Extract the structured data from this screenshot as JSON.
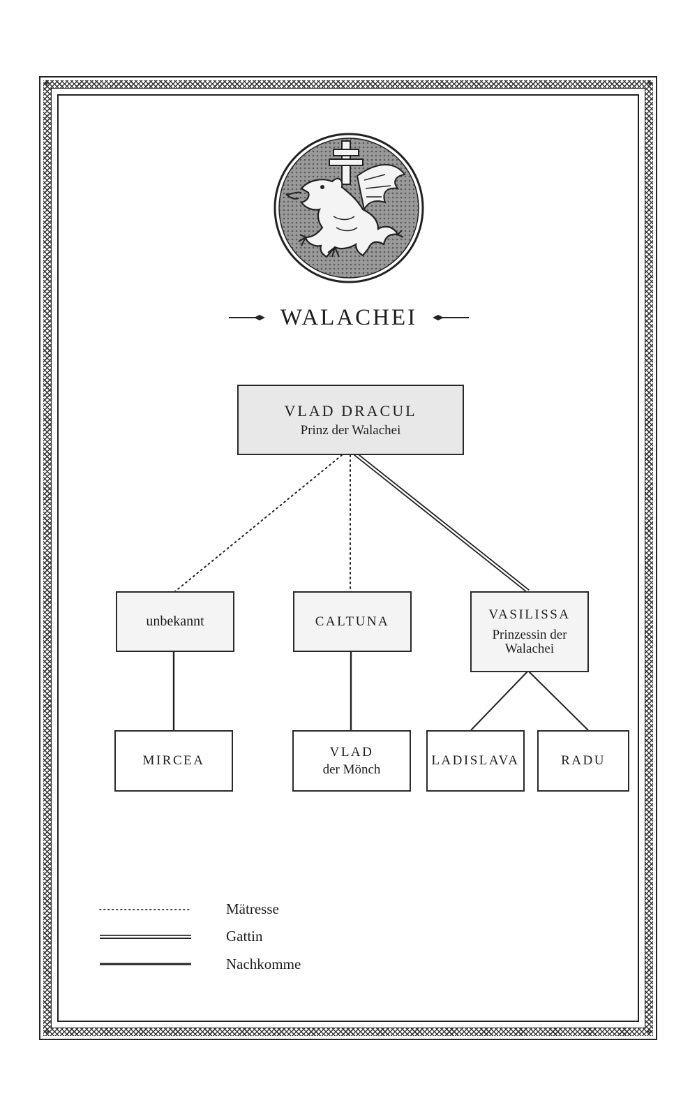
{
  "title": "WALACHEI",
  "nodes": {
    "vlad_dracul": {
      "name": "VLAD DRACUL",
      "subtitle": "Prinz der Walachei"
    },
    "unbekannt": {
      "name": "unbekannt"
    },
    "caltuna": {
      "name": "CALTUNA"
    },
    "vasilissa": {
      "name": "VASILISSA",
      "subtitle_line1": "Prinzessin der",
      "subtitle_line2": "Walachei"
    },
    "mircea": {
      "name": "MIRCEA"
    },
    "vlad_monk": {
      "name": "VLAD",
      "subtitle": "der Mönch"
    },
    "ladislava": {
      "name": "LADISLAVA"
    },
    "radu": {
      "name": "RADU"
    }
  },
  "legend": {
    "mistress": "Mätresse",
    "wife": "Gattin",
    "descendant": "Nachkomme"
  },
  "seal": {
    "emblem": "dragon-with-double-cross"
  },
  "colors": {
    "ink": "#1e1e1e",
    "root_fill": "#e8e8e8",
    "mid_fill": "#f4f4f4"
  }
}
